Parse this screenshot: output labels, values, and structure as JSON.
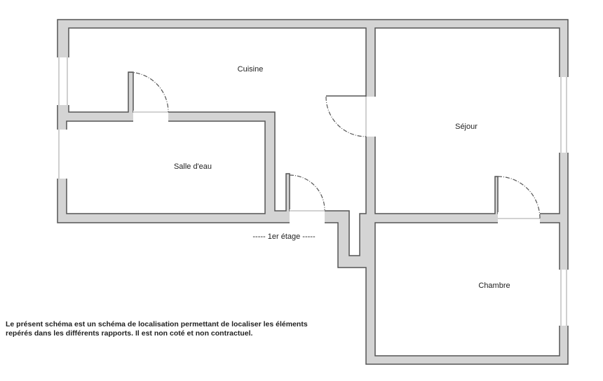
{
  "rooms": {
    "cuisine": "Cuisine",
    "sejour": "Séjour",
    "salle_deau": "Salle d'eau",
    "chambre": "Chambre"
  },
  "floor_label": "----- 1er étage -----",
  "disclaimer": {
    "line1": "Le présent schéma est un schéma de localisation permettant de localiser les éléments",
    "line2": "repérés dans les différents rapports. Il est non coté et non contractuel."
  },
  "colors": {
    "wall": "#d4d4d4",
    "wall_stroke": "#555555"
  }
}
